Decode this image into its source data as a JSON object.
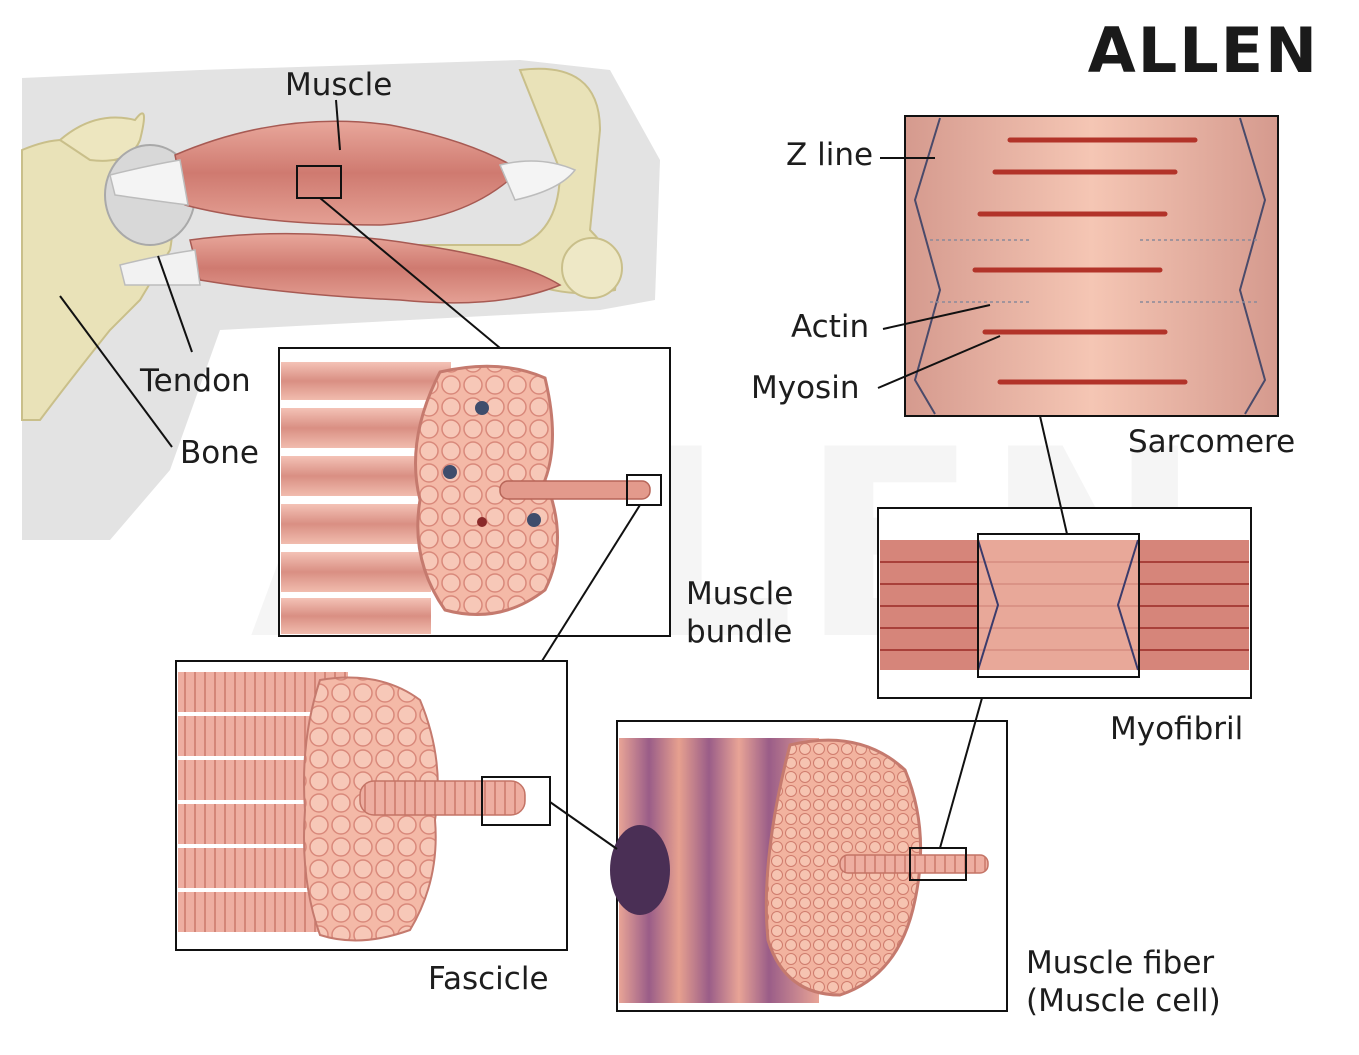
{
  "brand": {
    "logo_text": "ALLEN",
    "watermark_text": "ALLEN"
  },
  "labels": {
    "muscle": "Muscle",
    "tendon": "Tendon",
    "bone": "Bone",
    "muscle_bundle_line1": "Muscle",
    "muscle_bundle_line2": "bundle",
    "fascicle": "Fascicle",
    "muscle_fiber_line1": "Muscle fiber",
    "muscle_fiber_line2": "(Muscle cell)",
    "myofibril": "Myofibril",
    "sarcomere": "Sarcomere",
    "z_line": "Z line",
    "actin": "Actin",
    "myosin": "Myosin"
  },
  "colors": {
    "bone": "#e9e2b8",
    "muscle": "#d98a80",
    "muscle_dark": "#b85a55",
    "tissue_light": "#f0b3a6",
    "myosin": "#c0392b",
    "outline": "#111111"
  }
}
